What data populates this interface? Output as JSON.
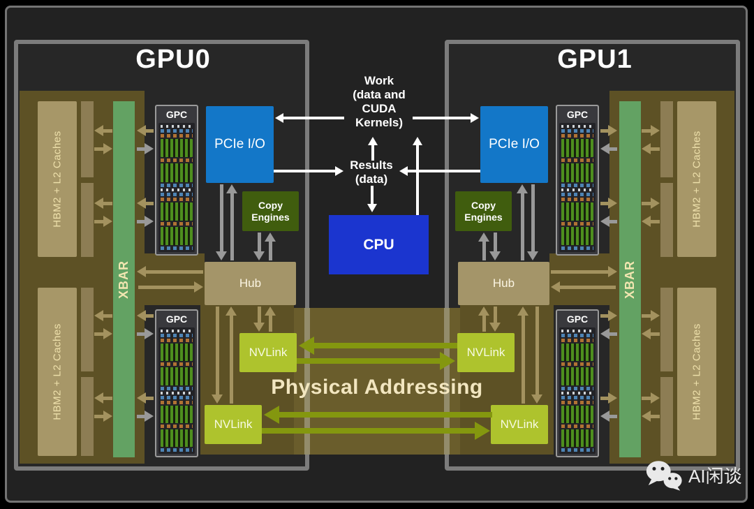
{
  "colors": {
    "panel_bg": "#222222",
    "gpu_fill": "#272727",
    "gpu_border": "#7c7c7c",
    "frame_border": "#747474",
    "olive": "#5d5125",
    "band": "#6a5d2c",
    "band_border_stripe": "#938c6b",
    "tan_box": "#a79768",
    "tan_strip": "#8d7d54",
    "hub_tan": "#a49569",
    "xbar_green": "#63a263",
    "nvlink_green": "#aec32d",
    "nvlink_arrow": "#84970f",
    "copy_green": "#405d0e",
    "pcie_blue": "#1377c8",
    "cpu_blue": "#1b35cf",
    "arrow_tan": "#a3925f",
    "arrow_gray": "#999999",
    "arrow_white": "#ffffff",
    "cream_text": "#f2e6c0",
    "hbm_text": "#eee0ab",
    "xbar_text": "#f2e6b1"
  },
  "gpu0": {
    "title": "GPU0",
    "hbm_top": "HBM2 + L2 Caches",
    "hbm_bottom": "HBM2 + L2 Caches",
    "xbar": "XBAR",
    "gpc_top": "GPC",
    "gpc_bottom": "GPC",
    "pcie": "PCIe I/O",
    "copy_engines": "Copy Engines",
    "hub": "Hub",
    "nvlink_top": "NVLink",
    "nvlink_bottom": "NVLink"
  },
  "gpu1": {
    "title": "GPU1",
    "hbm_top": "HBM2 + L2 Caches",
    "hbm_bottom": "HBM2 + L2 Caches",
    "xbar": "XBAR",
    "gpc_top": "GPC",
    "gpc_bottom": "GPC",
    "pcie": "PCIe I/O",
    "copy_engines": "Copy Engines",
    "hub": "Hub",
    "nvlink_top": "NVLink",
    "nvlink_bottom": "NVLink"
  },
  "center": {
    "work": [
      "Work",
      "(data and",
      "CUDA",
      "Kernels)"
    ],
    "results": [
      "Results",
      "(data)"
    ],
    "cpu": "CPU"
  },
  "banner": {
    "physical_addressing": "Physical Addressing"
  },
  "watermark": {
    "text": "AI闲谈",
    "icon": "wechat-icon"
  }
}
